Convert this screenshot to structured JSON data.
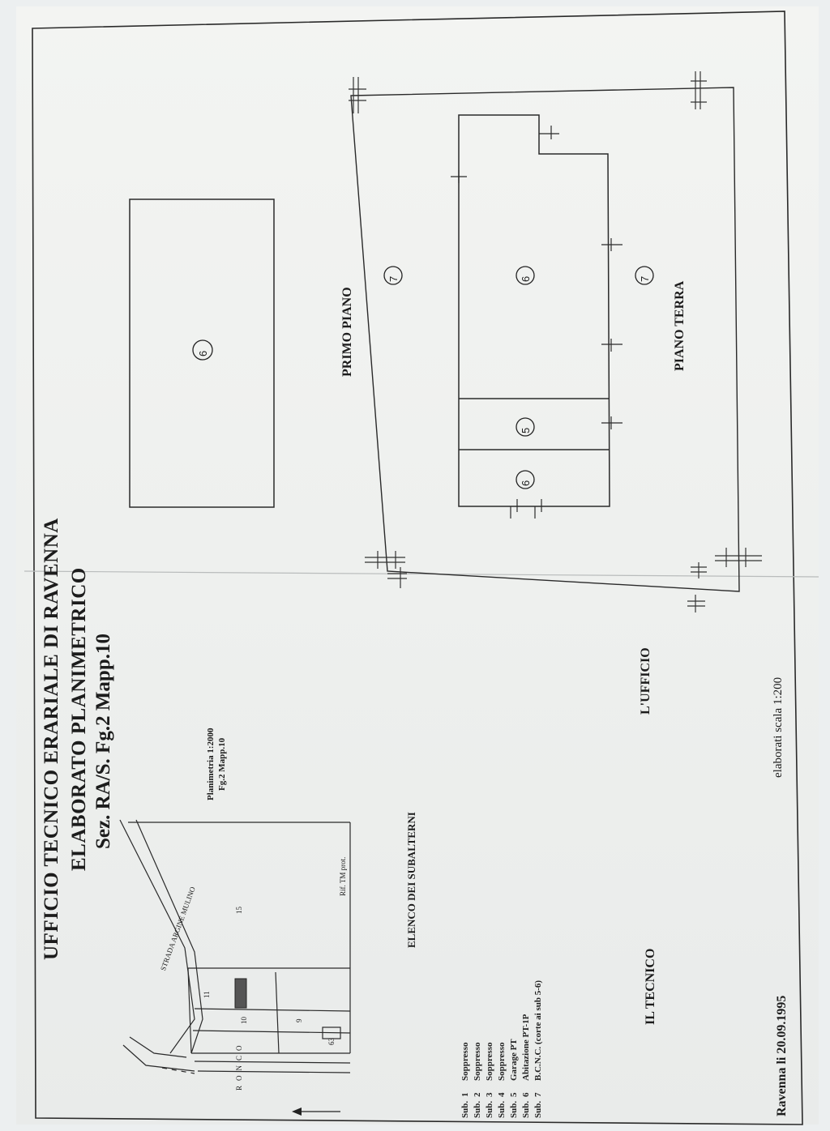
{
  "header": {
    "line1": "UFFICIO TECNICO ERARIALE DI RAVENNA",
    "line2": "ELABORATO PLANIMETRICO",
    "line3": "Sez. RA/S.  Fg.2  Mapp.10"
  },
  "planimetria": {
    "label1": "Planimetria 1:2000",
    "label2": "Fg.2 Mapp.10",
    "road": "STRADA ARGINE MULINO",
    "river": "RONCO",
    "rif": "Rif. TM prot.",
    "parcels": [
      "15",
      "11",
      "10",
      "9",
      "63"
    ]
  },
  "elenco": {
    "title": "ELENCO DEI SUBALTERNI",
    "rows": [
      {
        "sub": "Sub.",
        "num": "1",
        "desc": "Soppresso"
      },
      {
        "sub": "Sub.",
        "num": "2",
        "desc": "Soppresso"
      },
      {
        "sub": "Sub.",
        "num": "3",
        "desc": "Soppresso"
      },
      {
        "sub": "Sub.",
        "num": "4",
        "desc": "Soppresso"
      },
      {
        "sub": "Sub.",
        "num": "5",
        "desc": "Garage PT"
      },
      {
        "sub": "Sub.",
        "num": "6",
        "desc": "Abitazione PT-1P"
      },
      {
        "sub": "Sub.",
        "num": "7",
        "desc": "B.C.N.C. (corte ai sub 5-6)"
      }
    ]
  },
  "plans": {
    "primo_piano": "PRIMO PIANO",
    "piano_terra": "PIANO TERRA",
    "sub6": "6",
    "sub5": "5",
    "sub7": "7"
  },
  "footer": {
    "tecnico": "IL TECNICO",
    "ufficio": "L'UFFICIO",
    "date": "Ravenna li 20.09.1995",
    "scale": "elaborati scala 1:200"
  }
}
